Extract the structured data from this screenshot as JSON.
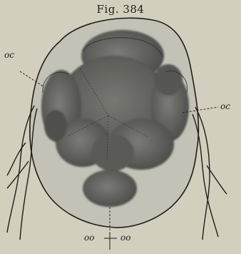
{
  "figure": {
    "title": "Fig. 384",
    "labels": {
      "oc_left": "oc",
      "oc_right": "oc",
      "oo_left": "oo",
      "oo_right": "oo"
    }
  },
  "colors": {
    "background": "#d3cfbf",
    "membrane": "#c2c2b6",
    "embryo_dark": "#4a4a48",
    "embryo_mid": "#6a6a66",
    "ink": "#1e1d18"
  }
}
